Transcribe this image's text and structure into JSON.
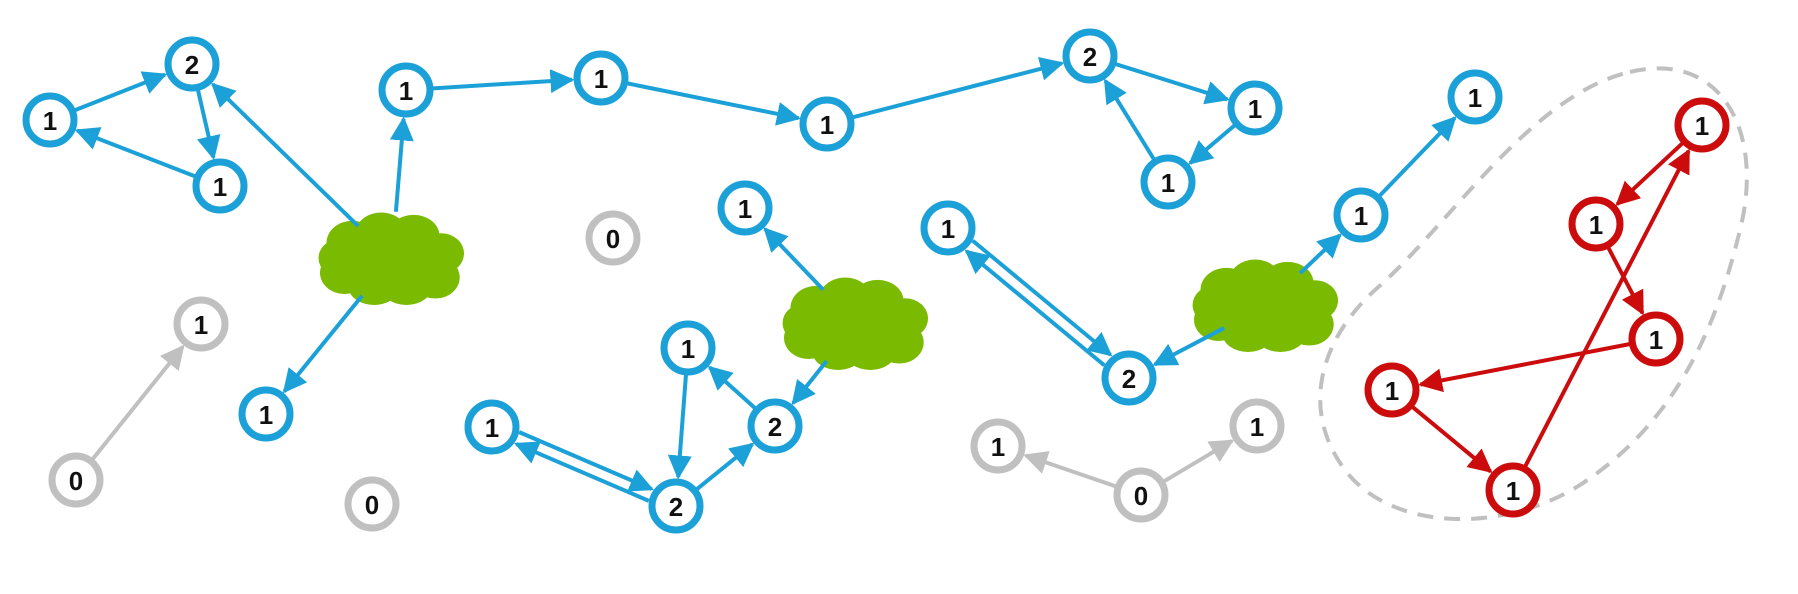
{
  "colors": {
    "blue": "#1ba1d8",
    "gray": "#c0c0c0",
    "red": "#cc0c0c",
    "green": "#7aba00",
    "dashed": "#c0c0c0",
    "fill": "#ffffff",
    "text": "#111111"
  },
  "nodes": [
    {
      "id": "a1",
      "label": "1",
      "color": "blue"
    },
    {
      "id": "a2",
      "label": "2",
      "color": "blue"
    },
    {
      "id": "a3",
      "label": "1",
      "color": "blue"
    },
    {
      "id": "b1",
      "label": "1",
      "color": "blue"
    },
    {
      "id": "b2",
      "label": "1",
      "color": "blue"
    },
    {
      "id": "b3",
      "label": "1",
      "color": "blue"
    },
    {
      "id": "c2",
      "label": "2",
      "color": "blue"
    },
    {
      "id": "c1",
      "label": "1",
      "color": "blue"
    },
    {
      "id": "c3",
      "label": "1",
      "color": "blue"
    },
    {
      "id": "d1",
      "label": "1",
      "color": "blue"
    },
    {
      "id": "e1",
      "label": "1",
      "color": "blue"
    },
    {
      "id": "f1",
      "label": "1",
      "color": "blue"
    },
    {
      "id": "f2",
      "label": "2",
      "color": "blue"
    },
    {
      "id": "g1",
      "label": "1",
      "color": "blue"
    },
    {
      "id": "g2",
      "label": "2",
      "color": "blue"
    },
    {
      "id": "h1",
      "label": "1",
      "color": "blue"
    },
    {
      "id": "h2",
      "label": "2",
      "color": "blue"
    },
    {
      "id": "i1",
      "label": "1",
      "color": "blue"
    },
    {
      "id": "i2",
      "label": "1",
      "color": "blue"
    },
    {
      "id": "j0",
      "label": "0",
      "color": "gray"
    },
    {
      "id": "j1",
      "label": "1",
      "color": "gray"
    },
    {
      "id": "k0",
      "label": "0",
      "color": "gray"
    },
    {
      "id": "l0",
      "label": "0",
      "color": "gray"
    },
    {
      "id": "m0",
      "label": "0",
      "color": "gray"
    },
    {
      "id": "m1",
      "label": "1",
      "color": "gray"
    },
    {
      "id": "m2",
      "label": "1",
      "color": "gray"
    },
    {
      "id": "r1",
      "label": "1",
      "color": "red"
    },
    {
      "id": "r2",
      "label": "1",
      "color": "red"
    },
    {
      "id": "r3",
      "label": "1",
      "color": "red"
    },
    {
      "id": "r4",
      "label": "1",
      "color": "red"
    },
    {
      "id": "r5",
      "label": "1",
      "color": "red"
    }
  ],
  "edges": [
    {
      "from": "a1",
      "to": "a2",
      "color": "blue"
    },
    {
      "from": "a2",
      "to": "a3",
      "color": "blue"
    },
    {
      "from": "a3",
      "to": "a1",
      "color": "blue"
    },
    {
      "from": "cloud1",
      "to": "a2",
      "color": "blue"
    },
    {
      "from": "cloud1",
      "to": "b1",
      "color": "blue"
    },
    {
      "from": "cloud1",
      "to": "d1",
      "color": "blue"
    },
    {
      "from": "b1",
      "to": "b2",
      "color": "blue"
    },
    {
      "from": "b2",
      "to": "b3",
      "color": "blue"
    },
    {
      "from": "b3",
      "to": "c2",
      "color": "blue"
    },
    {
      "from": "c3",
      "to": "c2",
      "color": "blue"
    },
    {
      "from": "c2",
      "to": "c1",
      "color": "blue"
    },
    {
      "from": "c1",
      "to": "c3",
      "color": "blue"
    },
    {
      "from": "cloud2",
      "to": "e1",
      "color": "blue"
    },
    {
      "from": "cloud2",
      "to": "f2",
      "color": "blue"
    },
    {
      "from": "f2",
      "to": "f1",
      "color": "blue"
    },
    {
      "from": "f1",
      "to": "g2",
      "color": "blue"
    },
    {
      "from": "g2",
      "to": "f2",
      "color": "blue"
    },
    {
      "from": "g2",
      "to": "g1",
      "color": "blue",
      "offset": -6
    },
    {
      "from": "g1",
      "to": "g2",
      "color": "blue",
      "offset": -6
    },
    {
      "from": "cloud3",
      "to": "h2",
      "color": "blue"
    },
    {
      "from": "cloud3",
      "to": "i1",
      "color": "blue"
    },
    {
      "from": "i1",
      "to": "i2",
      "color": "blue"
    },
    {
      "from": "h2",
      "to": "h1",
      "color": "blue",
      "offset": -6
    },
    {
      "from": "h1",
      "to": "h2",
      "color": "blue",
      "offset": -6
    },
    {
      "from": "j0",
      "to": "j1",
      "color": "gray"
    },
    {
      "from": "m0",
      "to": "m1",
      "color": "gray"
    },
    {
      "from": "m0",
      "to": "m2",
      "color": "gray"
    },
    {
      "from": "r1",
      "to": "r2",
      "color": "red"
    },
    {
      "from": "r2",
      "to": "r3",
      "color": "red"
    },
    {
      "from": "r3",
      "to": "r4",
      "color": "red"
    },
    {
      "from": "r4",
      "to": "r5",
      "color": "red"
    },
    {
      "from": "r5",
      "to": "r1",
      "color": "red"
    }
  ],
  "clouds": [
    {
      "id": "cloud1",
      "color": "green"
    },
    {
      "id": "cloud2",
      "color": "green"
    },
    {
      "id": "cloud3",
      "color": "green"
    }
  ]
}
